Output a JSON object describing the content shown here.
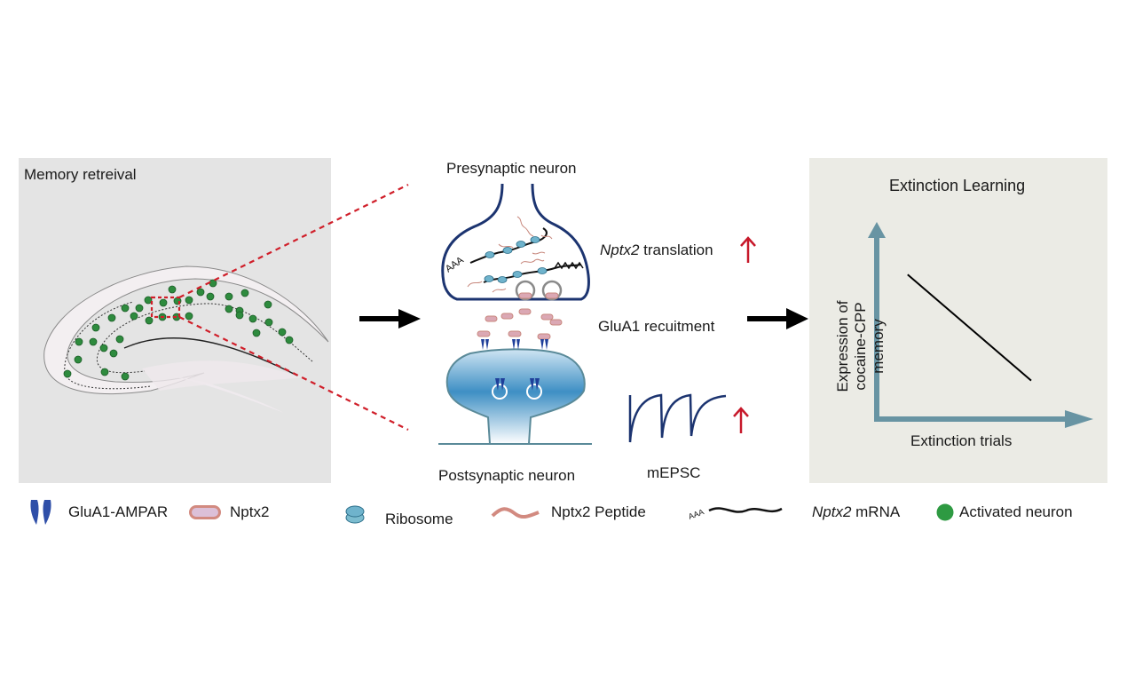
{
  "panels": {
    "memory": {
      "title": "Memory retreival"
    },
    "synapse": {
      "pre_label": "Presynaptic neuron",
      "post_label": "Postsynaptic neuron",
      "translation_label_gene": "Nptx2",
      "translation_label_rest": " translation",
      "recruitment_label": "GluA1 recuitment",
      "mepsc_label": "mEPSC",
      "mrna_tail_text": "AAA"
    },
    "extinction": {
      "title": "Extinction Learning",
      "ylabel_line1": "Expression of",
      "ylabel_line2": "cocaine-CPP memory",
      "xlabel": "Extinction trials"
    }
  },
  "legend": [
    {
      "icon": "glua1-ampar-icon",
      "label": "GluA1-AMPAR"
    },
    {
      "icon": "nptx2-protein-icon",
      "label": "Nptx2"
    },
    {
      "icon": "ribosome-icon",
      "label": "Ribosome"
    },
    {
      "icon": "peptide-icon",
      "label": "Nptx2 Peptide"
    },
    {
      "icon": "mrna-icon",
      "label_gene": "Nptx2",
      "label_rest": " mRNA",
      "tail": "AAA"
    },
    {
      "icon": "activated-neuron-icon",
      "label": "Activated neuron"
    }
  ],
  "colors": {
    "neuron_green": "#2e8b3e",
    "highlight_red": "#d01f2a",
    "membrane_navy": "#1c3470",
    "nptx2_fill": "#dba8b4",
    "nptx2_stroke": "#c9897f",
    "ribosome": "#6fb3cc",
    "axis_teal": "#6894a3",
    "post_blue": "#3e8fc4"
  },
  "chart_data": {
    "type": "line",
    "title": "Extinction Learning",
    "xlabel": "Extinction trials",
    "ylabel": "Expression of cocaine-CPP memory",
    "series": [
      {
        "name": "memory expression",
        "x": [
          0.15,
          0.75
        ],
        "y": [
          0.75,
          0.2
        ]
      }
    ],
    "xlim": [
      0,
      1
    ],
    "ylim": [
      0,
      1
    ],
    "grid": false
  }
}
